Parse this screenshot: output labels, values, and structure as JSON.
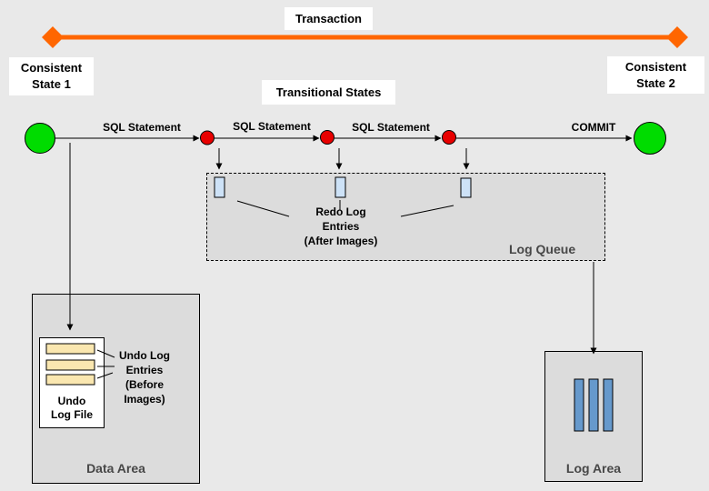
{
  "colors": {
    "background": "#E9E9E9",
    "area-fill": "#DCDCDC",
    "accent-orange": "#FF6600",
    "state-green": "#00DC00",
    "transitional-red": "#E80000",
    "redo-entry-blue": "#CDE2F7",
    "log-bar-blue": "#6699CC",
    "undo-entry-cream": "#FAE7B0",
    "label-gray": "#474747"
  },
  "timeline": {
    "transaction_label": "Transaction",
    "consistent_state_1": [
      "Consistent",
      "State 1"
    ],
    "consistent_state_2": [
      "Consistent",
      "State 2"
    ],
    "transitional_states": "Transitional States",
    "segments": [
      "SQL Statement",
      "SQL Statement",
      "SQL Statement",
      "COMMIT"
    ]
  },
  "log_queue": {
    "label": "Log Queue",
    "redo_note": [
      "Redo Log",
      "Entries",
      "(After Images)"
    ]
  },
  "data_area": {
    "label": "Data Area",
    "undo_file_label": [
      "Undo",
      "Log File"
    ],
    "undo_note": [
      "Undo Log",
      "Entries",
      "(Before",
      "Images)"
    ]
  },
  "log_area": {
    "label": "Log Area"
  }
}
